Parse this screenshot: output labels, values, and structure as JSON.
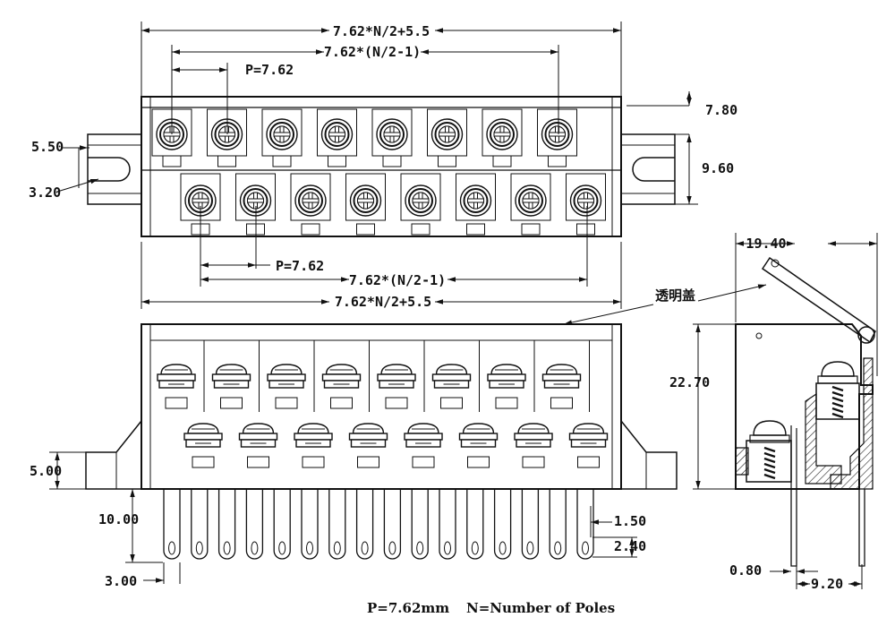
{
  "top_view": {
    "overall_top": "7.62*N/2+5.5",
    "span_upper": "7.62*(N/2-1)",
    "pitch_upper": "P=7.62",
    "flange_height": "7.80",
    "slot_width": "5.50",
    "slot_radius": "3.20",
    "side_dim": "9.60",
    "pitch_lower": "P=7.62",
    "span_lower": "7.62*(N/2-1)",
    "overall_bottom": "7.62*N/2+5.5"
  },
  "front_view": {
    "base_height": "5.00",
    "pin_length": "10.00",
    "pin_pitch": "3.00",
    "pin_width": "1.50",
    "pin_tip": "2.40"
  },
  "side_view": {
    "depth": "19.40",
    "height": "22.70",
    "cover_label": "透明盖",
    "pin_thickness": "0.80",
    "pin_spacing": "9.20"
  },
  "footnote": {
    "pitch_text": "P=7.62mm",
    "poles_text": "N=Number of Poles"
  }
}
